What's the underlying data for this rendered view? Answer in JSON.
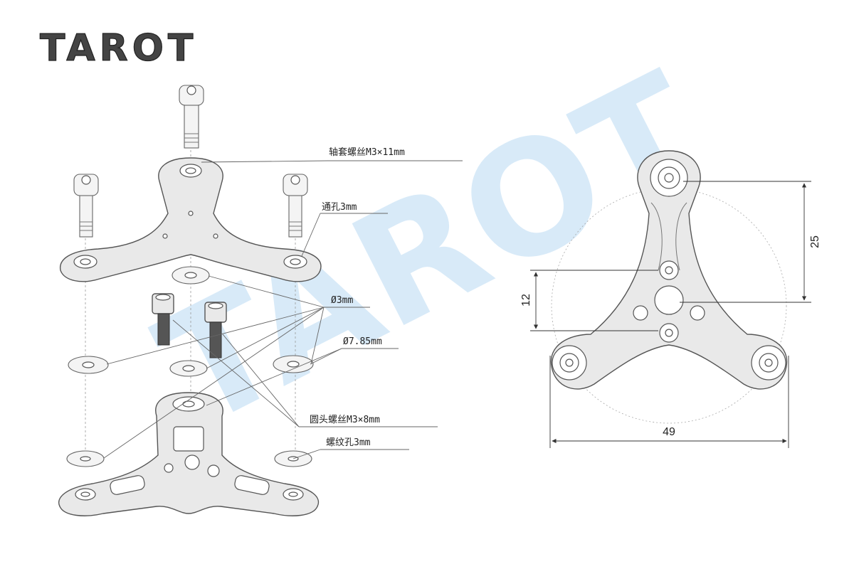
{
  "brand": {
    "logo_text": "TAROT",
    "watermark_text": "TAROT"
  },
  "callouts": {
    "sleeve_screw": "轴套螺丝M3×11mm",
    "through_hole": "通孔3mm",
    "dia_3": "Ø3mm",
    "dia_785": "Ø7.85mm",
    "round_head_screw": "圆头螺丝M3×8mm",
    "thread_hole": "螺纹孔3mm"
  },
  "dimensions": {
    "height_25": "25",
    "offset_12": "12",
    "width_49": "49"
  },
  "colors": {
    "watermark": "#cfe6f7",
    "line": "#555555"
  }
}
